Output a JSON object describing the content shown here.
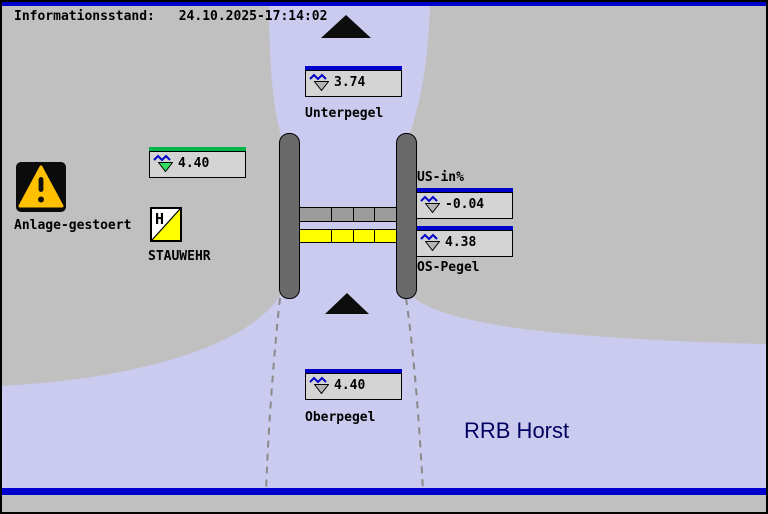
{
  "header": {
    "label": "Informationsstand:",
    "timestamp": "24.10.2025-17:14:02"
  },
  "alarm": {
    "label": "Anlage-gestoert",
    "symbol": "warning-triangle",
    "mark": "!"
  },
  "weir": {
    "label": "STAUWEHR",
    "symbol_letter": "H",
    "gate_segments": 4
  },
  "gauges": {
    "unterpegel": {
      "label": "Unterpegel",
      "value": "3.74"
    },
    "stauwehr": {
      "value": "4.40"
    },
    "us": {
      "label": "US-in%",
      "value": "-0.04"
    },
    "os": {
      "label": "OS-Pegel",
      "value": "4.38"
    },
    "oberpegel": {
      "label": "Oberpegel",
      "value": "4.40"
    }
  },
  "plant": {
    "name": "RRB Horst"
  },
  "colors": {
    "bg": "#c0c0c0",
    "water": "#cbcbf0",
    "line-blue": "#0000cc",
    "line-green": "#00b44a",
    "pointer-gray": "#b4b4b4",
    "pointer-green": "#2fe060",
    "gate-yellow": "#ffff00",
    "alarm-yellow": "#ffc000",
    "pillar-gray": "#6a6a6a",
    "navy": "#000060"
  }
}
